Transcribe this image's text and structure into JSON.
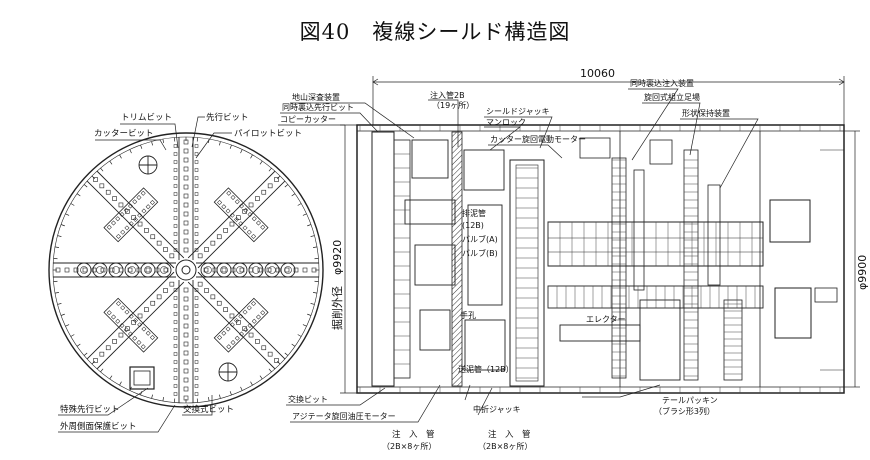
{
  "title": "図40　複線シールド構造図",
  "dimensions": {
    "length": "10060",
    "excavation_diameter": "掘削外径　φ9920",
    "shield_diameter": "φ9900"
  },
  "front_view_labels": {
    "trim_bit": "トリムビット",
    "cutter_bit": "カッタービット",
    "leading_bit": "先行ビット",
    "pilot_bit": "パイロットビット",
    "special_leading_bit": "特殊先行ビット",
    "outer_protect_bit": "外周側面保護ビット",
    "exchange_bit": "交換式ビット"
  },
  "side_view_labels": {
    "earth_pressure_device": "地山深査装置",
    "simul_grout_leading_bit": "同時裏込先行ビット",
    "copy_cutter": "コピーカッター",
    "injection_pipe_top": "注入管2B",
    "injection_pipe_top_count": "（19ヶ所）",
    "shield_jack": "シールドジャッキ",
    "man_lock": "マンロック",
    "cutter_motor": "カッター旋回電動モーター",
    "simul_grout_device": "同時裏込注入装置",
    "rotating_scaffold": "旋回式組立足場",
    "shape_keeper": "形状保持装置",
    "drain_pipe": "排泥管",
    "drain_pipe_count": "(12B)",
    "valve_1": "バルブ(A)",
    "valve_2": "バルブ(B)",
    "erector": "エレクター",
    "hand_hole": "手孔",
    "feed_pipe": "送泥管（12B）",
    "exchange_bit": "交換ビット",
    "agitator_motor": "アジテータ旋回油圧モーター",
    "injection_pipe_1": "注　入　管",
    "injection_pipe_1_count": "（2B×8ヶ所）",
    "mid_jack": "中折ジャッキ",
    "injection_pipe_2": "注　入　管",
    "injection_pipe_2_count": "（2B×8ヶ所）",
    "tail_packing": "テールパッキン",
    "tail_packing_note": "（ブラシ形3列）"
  }
}
